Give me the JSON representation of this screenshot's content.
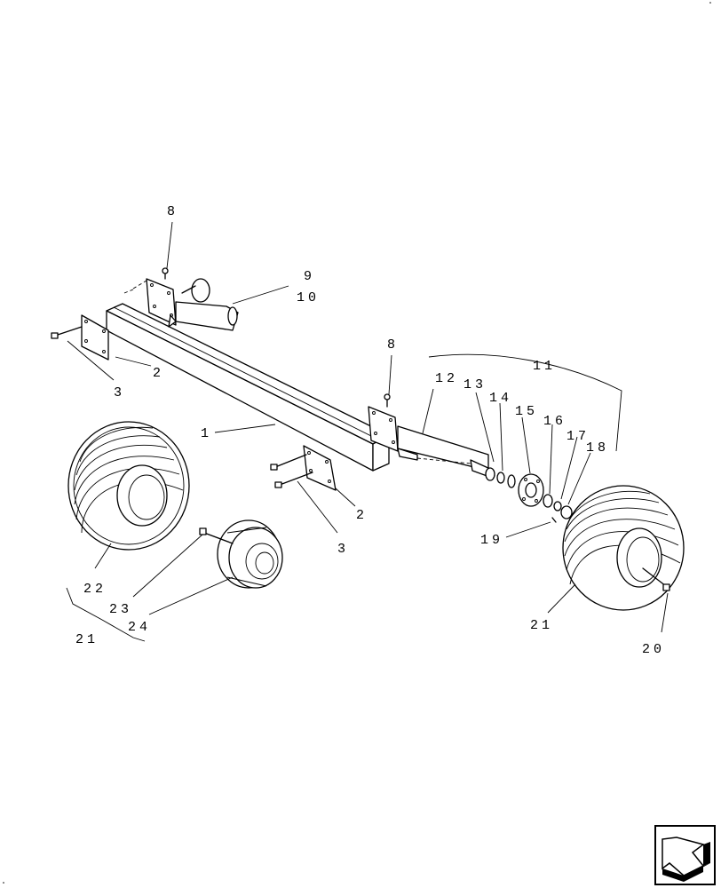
{
  "diagram": {
    "callouts": {
      "c1": "1",
      "c2a": "2",
      "c2b": "2",
      "c3a": "3",
      "c3b": "3",
      "c8a": "8",
      "c8b": "8",
      "c9": "9",
      "c10": "10",
      "c11": "11",
      "c12": "12",
      "c13": "13",
      "c14": "14",
      "c15": "15",
      "c16": "16",
      "c17": "17",
      "c18": "18",
      "c19": "19",
      "c20": "20",
      "c21a": "21",
      "c21b": "21",
      "c22": "22",
      "c23": "23",
      "c24": "24"
    }
  },
  "nav": {
    "icon": "back-arrow-icon"
  }
}
